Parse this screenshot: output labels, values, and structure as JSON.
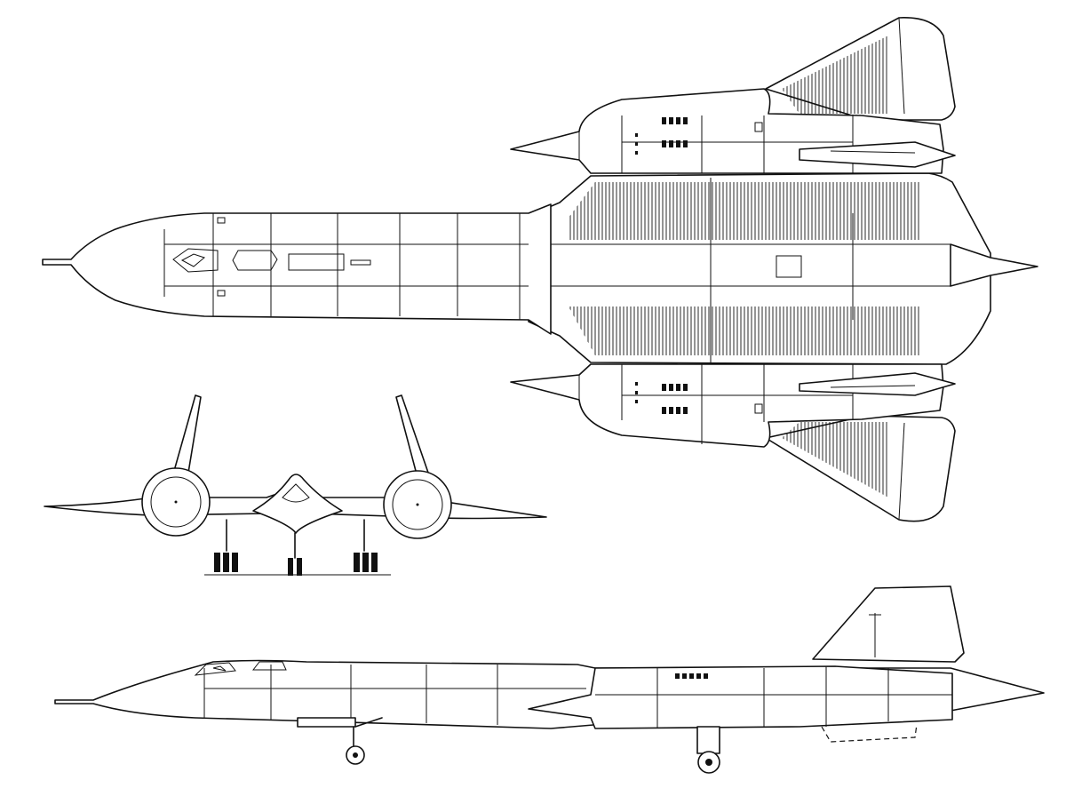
{
  "figure": {
    "views": [
      "top-view",
      "front-view",
      "side-view"
    ],
    "colors": {
      "line": "#111111",
      "background": "#ffffff"
    }
  }
}
